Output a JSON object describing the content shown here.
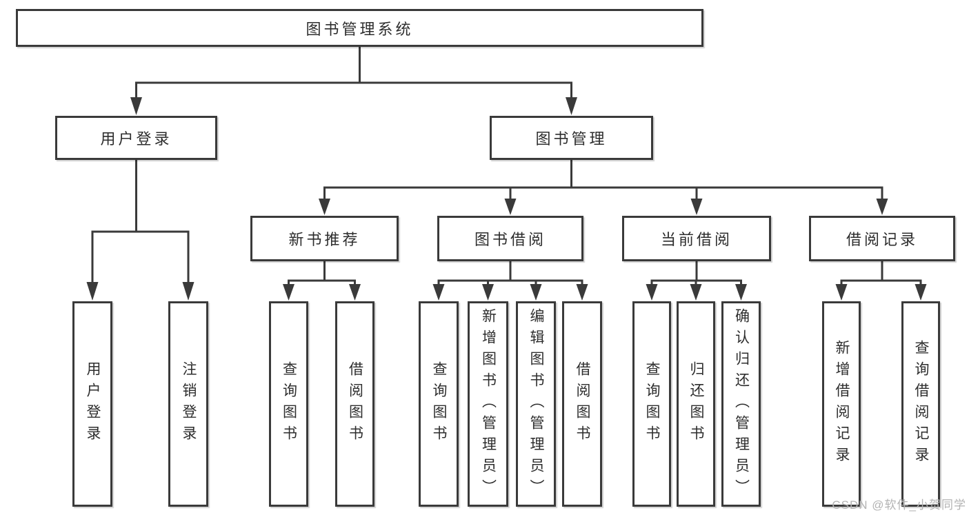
{
  "colors": {
    "line": "#3a3a3a",
    "text": "#2d2d2d",
    "watermark": "#b3b3b3",
    "background": "#ffffff"
  },
  "tree": {
    "root": {
      "label": "图书管理系统"
    },
    "level2": [
      {
        "label": "用户登录"
      },
      {
        "label": "图书管理"
      }
    ],
    "level3": [
      {
        "label": "新书推荐"
      },
      {
        "label": "图书借阅"
      },
      {
        "label": "当前借阅"
      },
      {
        "label": "借阅记录"
      }
    ],
    "leaves": {
      "user_login": [
        "用户登录",
        "注销登录"
      ],
      "new_books": [
        "查询图书",
        "借阅图书"
      ],
      "book_borrow": [
        "查询图书",
        "新增图书（管理员）",
        "编辑图书（管理员）",
        "借阅图书"
      ],
      "current_borrow": [
        "查询图书",
        "归还图书",
        "确认归还（管理员）"
      ],
      "borrow_records": [
        "新增借阅记录",
        "查询借阅记录"
      ]
    }
  },
  "watermark": "CSDN @软件_小贺同学"
}
